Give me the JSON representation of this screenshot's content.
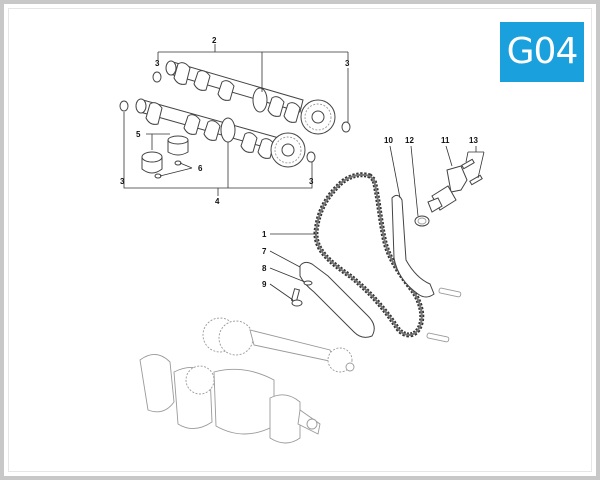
{
  "diagram": {
    "section_code": "G04",
    "badge_color": "#1aa0dc",
    "callouts": [
      {
        "id": "1",
        "label": "1",
        "part": "timing-chain"
      },
      {
        "id": "2",
        "label": "2",
        "part": "exhaust-camshaft"
      },
      {
        "id": "3a",
        "label": "3",
        "part": "camshaft-plug-upper-left"
      },
      {
        "id": "3b",
        "label": "3",
        "part": "camshaft-plug-upper-right"
      },
      {
        "id": "3c",
        "label": "3",
        "part": "camshaft-plug-lower-left"
      },
      {
        "id": "3d",
        "label": "3",
        "part": "camshaft-plug-lower-right"
      },
      {
        "id": "4",
        "label": "4",
        "part": "intake-camshaft"
      },
      {
        "id": "5",
        "label": "5",
        "part": "tappet-buckets"
      },
      {
        "id": "6",
        "label": "6",
        "part": "shims"
      },
      {
        "id": "7",
        "label": "7",
        "part": "chain-tensioner-slider"
      },
      {
        "id": "8",
        "label": "8",
        "part": "washer"
      },
      {
        "id": "9",
        "label": "9",
        "part": "pivot-bolt"
      },
      {
        "id": "10",
        "label": "10",
        "part": "chain-guide"
      },
      {
        "id": "11",
        "label": "11",
        "part": "chain-tensioner"
      },
      {
        "id": "12",
        "label": "12",
        "part": "o-ring"
      },
      {
        "id": "13",
        "label": "13",
        "part": "tensioner-bolts"
      }
    ]
  }
}
